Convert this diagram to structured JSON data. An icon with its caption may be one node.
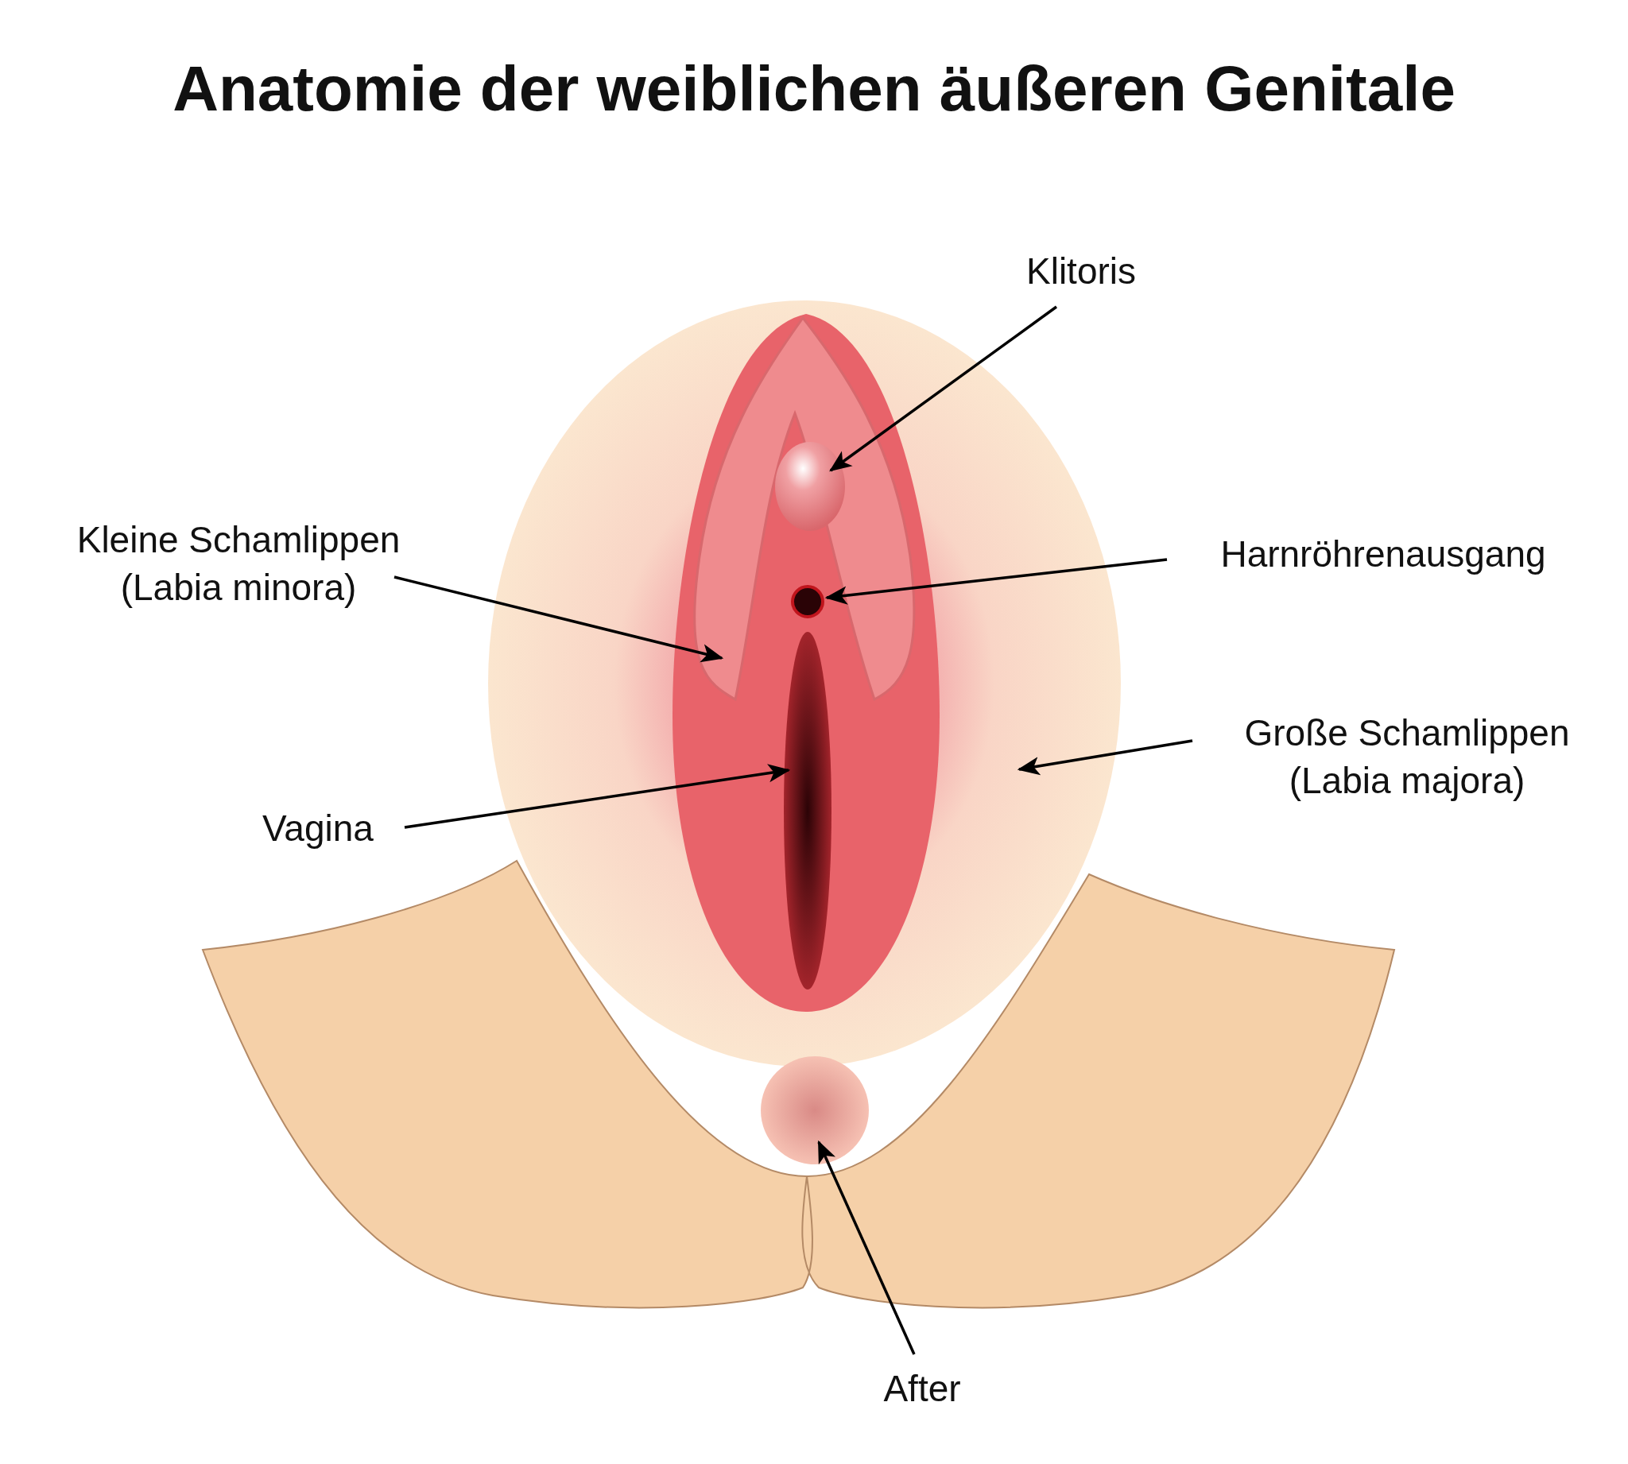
{
  "diagram": {
    "title": "Anatomie der weiblichen äußeren Genitale",
    "nodes": [
      {
        "text": [
          "Klitoris"
        ]
      },
      {
        "text": [],
        "shape": "circle",
        "in": 7
      },
      {
        "text": [
          "Kleine Schamlippen (Labia minora)"
        ]
      },
      {
        "text": [],
        "shape": "picture",
        "in": 7
      },
      {
        "text": [
          "Harnröhrenausgang"
        ]
      },
      {
        "text": [],
        "shape": "circle",
        "in": 7
      },
      {
        "text": [
          "Große Schamlippen (Labia majora)"
        ]
      },
      {
        "text": [],
        "shape": "picture"
      },
      {
        "text": [
          "Vagina"
        ]
      },
      {
        "text": [],
        "shape": "picture",
        "in": 7
      },
      {
        "text": [
          "After"
        ]
      },
      {
        "text": [],
        "shape": "circle"
      }
    ],
    "edges": [
      {
        "from": 0,
        "to": 1,
        "arrow": "to"
      },
      {
        "from": 2,
        "to": 3,
        "arrow": "to"
      },
      {
        "from": 4,
        "to": 5,
        "arrow": "to"
      },
      {
        "from": 6,
        "to": 7,
        "arrow": "to"
      },
      {
        "from": 8,
        "to": 9,
        "arrow": "to"
      },
      {
        "from": 10,
        "to": 11,
        "arrow": "to"
      }
    ]
  }
}
